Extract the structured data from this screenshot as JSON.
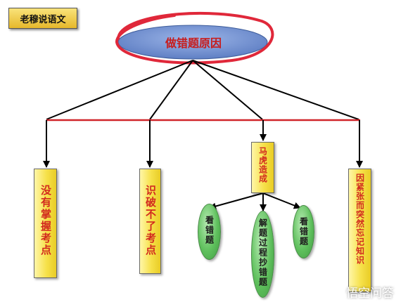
{
  "header": {
    "brand": "老穆说语文"
  },
  "root": {
    "label": "做错题原因"
  },
  "causes": [
    {
      "id": "c1",
      "label": "没有掌握考点"
    },
    {
      "id": "c2",
      "label": "识破不了考点"
    },
    {
      "id": "c3",
      "label": "马虎造成"
    },
    {
      "id": "c4",
      "label": "因紧张而突然忘记知识"
    }
  ],
  "subcauses": [
    {
      "id": "s1",
      "label": "看错题"
    },
    {
      "id": "s2",
      "label": "解题过程抄错题"
    },
    {
      "id": "s3",
      "label": "看错题"
    }
  ],
  "watermark": {
    "text": "悟空问答"
  },
  "colors": {
    "connector": "#000000",
    "bus": "#d0252a",
    "annotation": "#e0283a",
    "ellipse": "#6f8fd0",
    "box": "#f6e14a",
    "bubble": "#5fc05d",
    "label_red": "#d22a1f"
  }
}
